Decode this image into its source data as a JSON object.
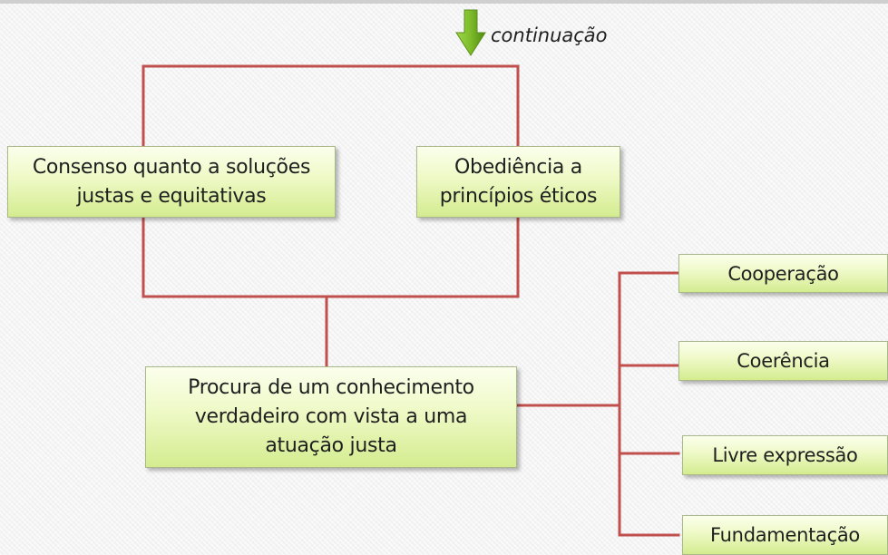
{
  "continuation": {
    "label": "continuação",
    "icon": "down-arrow-icon",
    "color": "#7dbb2a"
  },
  "nodes": {
    "consenso": {
      "line1": "Consenso quanto a soluções",
      "line2": "justas e equitativas"
    },
    "obediencia": {
      "line1": "Obediência a",
      "line2": "princípios éticos"
    },
    "procura": {
      "line1": "Procura de um conhecimento",
      "line2": "verdadeiro com vista a uma",
      "line3": "atuação justa"
    },
    "cooperacao": "Cooperação",
    "coerencia": "Coerência",
    "livre_expressao": "Livre expressão",
    "fundamentacao": "Fundamentação"
  },
  "colors": {
    "connector": "#c0504d",
    "box_top": "#fbffec",
    "box_bottom": "#d4ec8f"
  }
}
